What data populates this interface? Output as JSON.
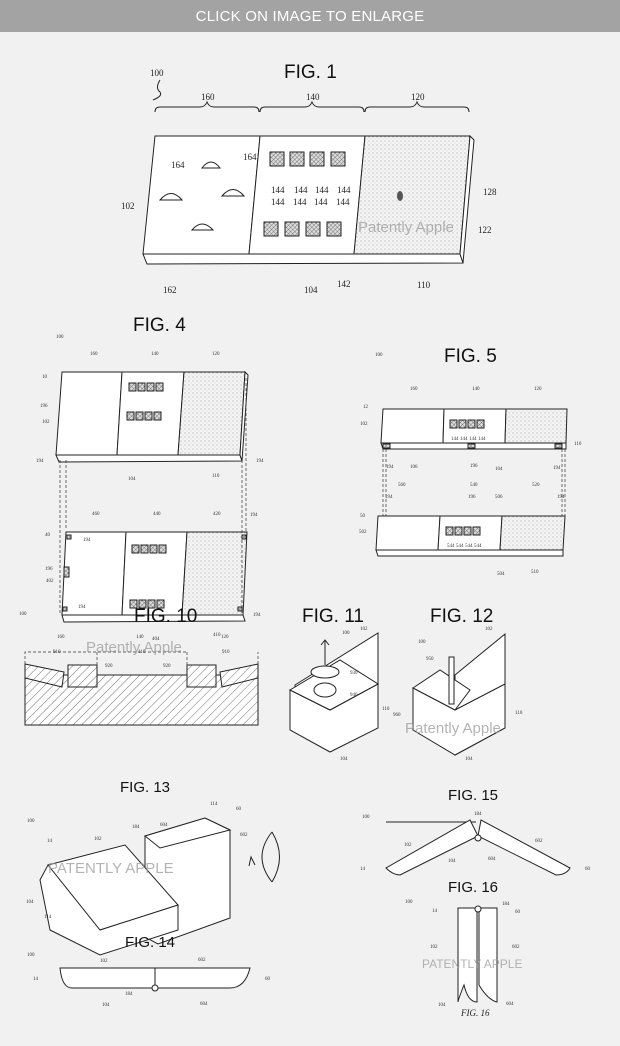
{
  "banner": {
    "text": "CLICK ON IMAGE TO ENLARGE"
  },
  "fig1": {
    "title": "FIG. 1",
    "watermark": "Patently Apple",
    "labels": [
      "100",
      "160",
      "140",
      "120",
      "164",
      "164",
      "102",
      "144",
      "144",
      "144",
      "144",
      "144",
      "144",
      "144",
      "144",
      "128",
      "122",
      "162",
      "104",
      "142",
      "110"
    ]
  },
  "fig4": {
    "title": "FIG. 4",
    "labels": [
      "100",
      "160",
      "140",
      "120",
      "10",
      "196",
      "102",
      "194",
      "194",
      "104",
      "110",
      "460",
      "440",
      "420",
      "194",
      "40",
      "194",
      "196",
      "402",
      "194",
      "194",
      "404",
      "410"
    ]
  },
  "fig5": {
    "title": "FIG. 5",
    "labels": [
      "100",
      "160",
      "140",
      "120",
      "12",
      "102",
      "144",
      "144",
      "144",
      "144",
      "110",
      "194",
      "106",
      "196",
      "104",
      "194",
      "560",
      "540",
      "520",
      "50",
      "502",
      "194",
      "196",
      "506",
      "194",
      "544",
      "544",
      "544",
      "544",
      "504",
      "510"
    ]
  },
  "fig10": {
    "title": "FIG. 10",
    "watermark": "Patently Apple",
    "labels": [
      "100",
      "160",
      "140",
      "120",
      "910",
      "110",
      "920",
      "920",
      "910"
    ]
  },
  "fig11": {
    "title": "FIG. 11",
    "labels": [
      "100",
      "102",
      "930",
      "940",
      "110",
      "104"
    ]
  },
  "fig12": {
    "title": "FIG. 12",
    "watermark": "Patently Apple",
    "labels": [
      "100",
      "102",
      "950",
      "960",
      "110",
      "104"
    ]
  },
  "fig13": {
    "title": "FIG. 13",
    "watermark": "PATENTLY APPLE",
    "labels": [
      "100",
      "114",
      "60",
      "604",
      "602",
      "14",
      "102",
      "184",
      "104",
      "114"
    ]
  },
  "fig14": {
    "title": "FIG. 14",
    "labels": [
      "100",
      "102",
      "602",
      "14",
      "60",
      "184",
      "104",
      "604"
    ]
  },
  "fig15": {
    "title": "FIG. 15",
    "labels": [
      "100",
      "184",
      "102",
      "602",
      "14",
      "104",
      "604",
      "60"
    ]
  },
  "fig16": {
    "title": "FIG. 16",
    "caption": "FIG. 16",
    "watermark": "PATENTLY APPLE",
    "labels": [
      "100",
      "14",
      "184",
      "60",
      "102",
      "602",
      "104",
      "604"
    ]
  }
}
